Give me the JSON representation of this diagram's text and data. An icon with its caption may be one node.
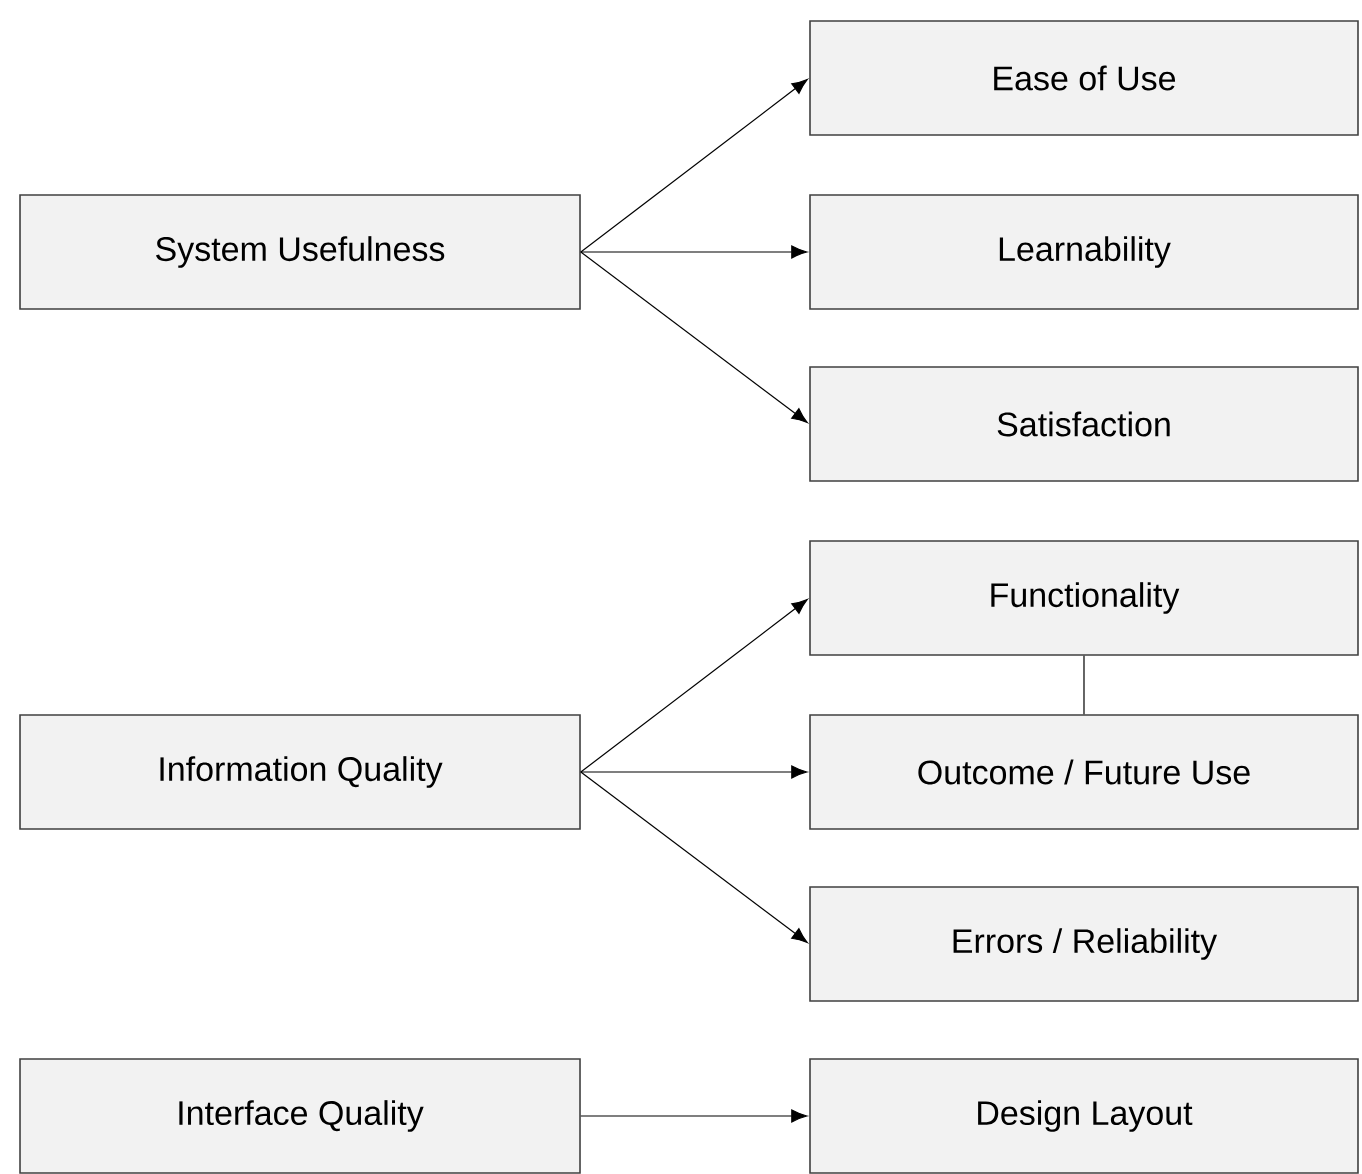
{
  "diagram": {
    "nodes": [
      {
        "text": [
          "System Usefulness"
        ]
      },
      {
        "text": [
          "Ease of Use"
        ]
      },
      {
        "text": [
          "Learnability"
        ]
      },
      {
        "text": [
          "Satisfaction"
        ]
      },
      {
        "text": [
          "Functionality"
        ]
      },
      {
        "text": [
          "Information Quality"
        ]
      },
      {
        "text": [
          "Outcome / Future Use"
        ]
      },
      {
        "text": [
          "Errors / Reliability"
        ]
      },
      {
        "text": [
          "Interface Quality"
        ]
      },
      {
        "text": [
          "Design Layout"
        ]
      }
    ],
    "edges": [
      {
        "from": 0,
        "to": 1,
        "arrow": "to"
      },
      {
        "from": 0,
        "to": 2,
        "arrow": "to"
      },
      {
        "from": 0,
        "to": 3,
        "arrow": "to"
      },
      {
        "from": 5,
        "to": 4,
        "arrow": "to"
      },
      {
        "from": 5,
        "to": 6,
        "arrow": "to"
      },
      {
        "from": 5,
        "to": 7,
        "arrow": "to"
      },
      {
        "from": 4,
        "to": 6,
        "arrow": "none"
      },
      {
        "from": 8,
        "to": 9,
        "arrow": "to"
      }
    ]
  }
}
